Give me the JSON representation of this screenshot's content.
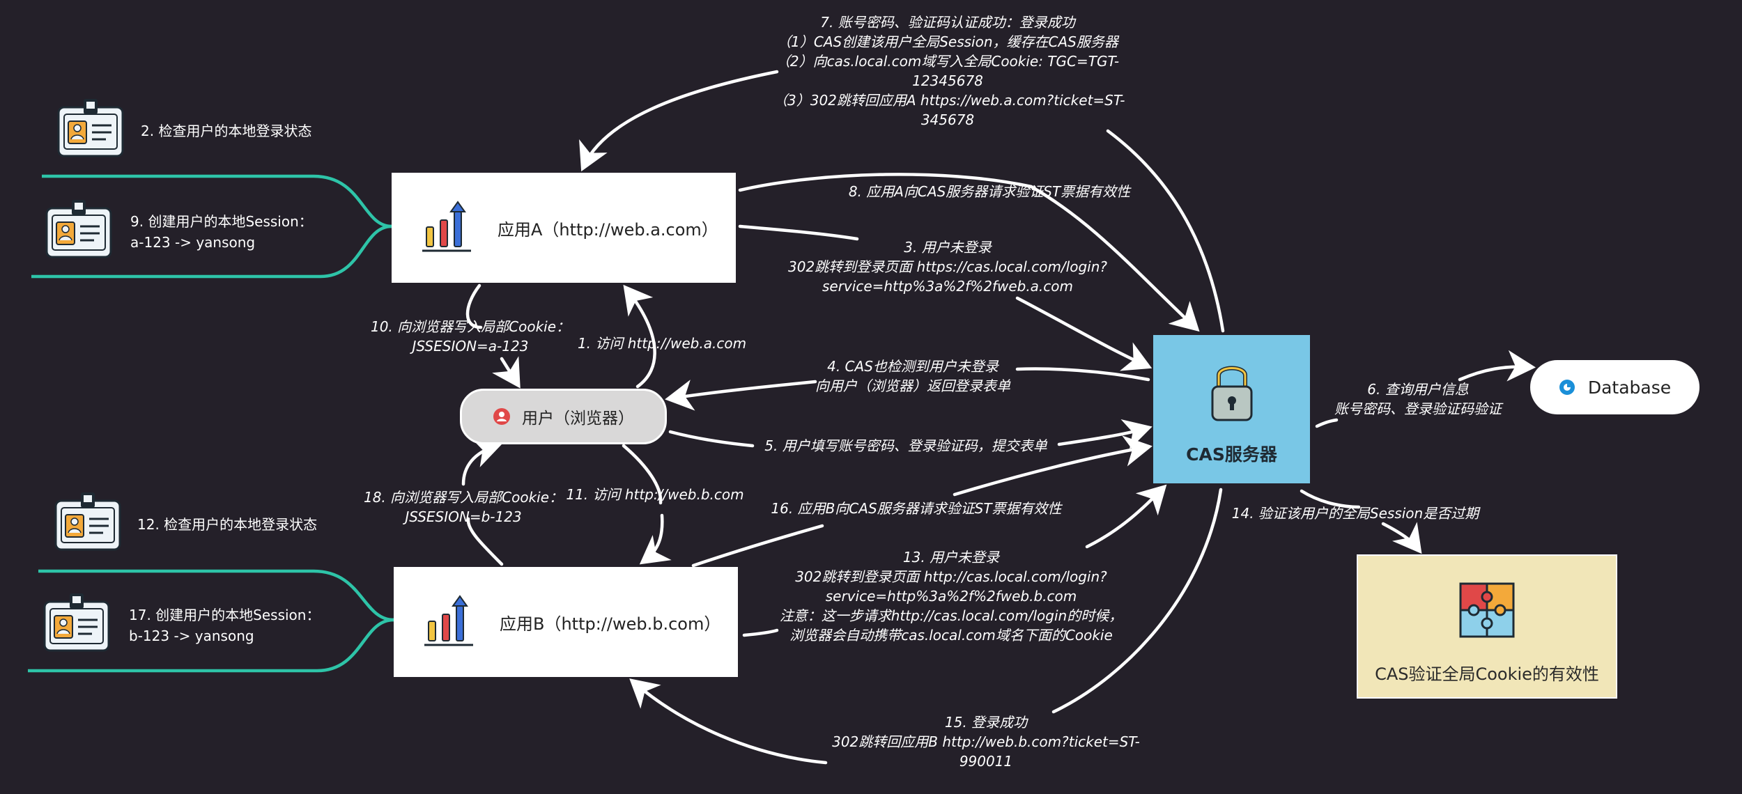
{
  "nodes": {
    "app_a": "应用A（http://web.a.com）",
    "app_b": "应用B（http://web.b.com）",
    "user": "用户（浏览器）",
    "cas": "CAS服务器",
    "database": "Database",
    "cookie_check": "CAS验证全局Cookie的有效性"
  },
  "side_notes": {
    "a_check": "2. 检查用户的本地登录状态",
    "a_session_1": "9. 创建用户的本地Session：",
    "a_session_2": "a-123 -> yansong",
    "b_check": "12. 检查用户的本地登录状态",
    "b_session_1": "17. 创建用户的本地Session：",
    "b_session_2": "b-123 -> yansong"
  },
  "edges": {
    "e1": [
      "1. 访问 http://web.a.com"
    ],
    "e3": [
      "3. 用户未登录",
      "302跳转到登录页面 https://cas.local.com/login?",
      "service=http%3a%2f%2fweb.a.com"
    ],
    "e4": [
      "4. CAS也检测到用户未登录",
      "向用户（浏览器）返回登录表单"
    ],
    "e5": [
      "5. 用户填写账号密码、登录验证码，提交表单"
    ],
    "e6": [
      "6. 查询用户信息",
      "账号密码、登录验证码验证"
    ],
    "e7": [
      "7. 账号密码、验证码认证成功：登录成功",
      "（1）CAS创建该用户全局Session，缓存在CAS服务器",
      "（2）向cas.local.com域写入全局Cookie: TGC=TGT-",
      "12345678",
      "（3）302跳转回应用A https://web.a.com?ticket=ST-",
      "345678"
    ],
    "e8": [
      "8. 应用A向CAS服务器请求验证ST票据有效性"
    ],
    "e10": [
      "10. 向浏览器写入局部Cookie：",
      "JSSESION=a-123"
    ],
    "e11": [
      "11. 访问 http://web.b.com"
    ],
    "e13": [
      "13. 用户未登录",
      "302跳转到登录页面 http://cas.local.com/login?",
      "service=http%3a%2f%2fweb.b.com",
      "注意：这一步请求http://cas.local.com/login的时候，",
      "浏览器会自动携带cas.local.com域名下面的Cookie"
    ],
    "e14": [
      "14. 验证该用户的全局Session是否过期"
    ],
    "e15": [
      "15. 登录成功",
      "302跳转回应用B http://web.b.com?ticket=ST-",
      "990011"
    ],
    "e16": [
      "16. 应用B向CAS服务器请求验证ST票据有效性"
    ],
    "e18": [
      "18. 向浏览器写入局部Cookie：",
      "JSSESION=b-123"
    ]
  },
  "colors": {
    "background": "#242029",
    "branch_line": "#2ec4a8",
    "cas_box": "#79c7e6",
    "puzzle_box": "#f1e6b8",
    "user_icon": "#e04848",
    "db_icon": "#1a8fd8"
  },
  "icons": [
    "chart-icon",
    "id-card-icon",
    "user-icon",
    "lock-icon",
    "database-icon",
    "puzzle-icon"
  ]
}
